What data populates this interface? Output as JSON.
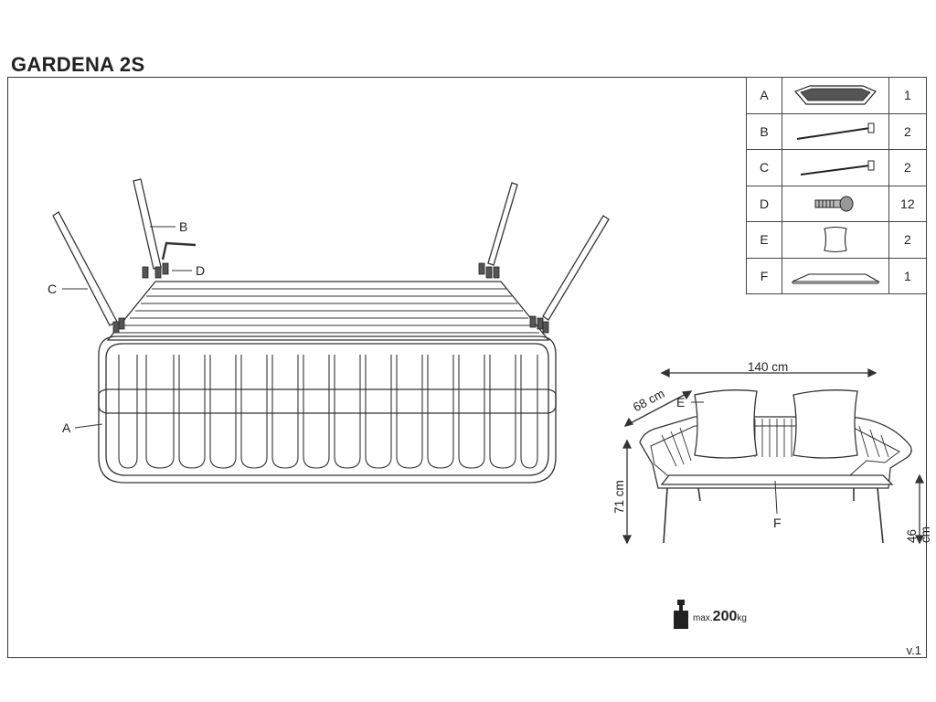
{
  "document": {
    "title": "GARDENA 2S",
    "version": "v.1"
  },
  "parts_table": [
    {
      "letter": "A",
      "icon": "wicker-seat-frame",
      "qty": "1"
    },
    {
      "letter": "B",
      "icon": "long-leg",
      "qty": "2"
    },
    {
      "letter": "C",
      "icon": "short-leg",
      "qty": "2"
    },
    {
      "letter": "D",
      "icon": "bolt",
      "qty": "12"
    },
    {
      "letter": "E",
      "icon": "cushion",
      "qty": "2"
    },
    {
      "letter": "F",
      "icon": "seat-pad",
      "qty": "1"
    }
  ],
  "assembly_labels": {
    "a": "A",
    "b": "B",
    "c": "C",
    "d": "D"
  },
  "product_view": {
    "width": "140 cm",
    "depth": "68 cm",
    "height": "71 cm",
    "seat_height": "46 cm",
    "label_e": "E",
    "label_f": "F"
  },
  "max_load": {
    "prefix": "max.",
    "value": "200",
    "unit": "kg"
  }
}
